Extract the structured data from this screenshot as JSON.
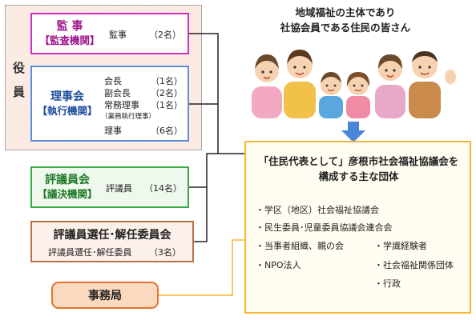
{
  "yakuin": {
    "label_1": "役",
    "label_2": "員"
  },
  "kansa": {
    "name": "監 事",
    "role": "【監査機関】",
    "member": "監事",
    "count": "（2名）"
  },
  "rijikai": {
    "name": "理事会",
    "role": "【執行機関】",
    "members": [
      {
        "title": "会長",
        "count": "（1名）"
      },
      {
        "title": "副会長",
        "count": "（2名）"
      },
      {
        "title": "常務理事",
        "count": "（1名）"
      },
      {
        "title": "理事",
        "count": "（6名）"
      }
    ],
    "note": "（業務執行理事）"
  },
  "hyogiinkai": {
    "name": "評議員会",
    "role": "【議決機関】",
    "member": "評議員",
    "count": "（14名）"
  },
  "senin": {
    "name": "評議員選任･解任委員会",
    "member": "評議員選任･解任委員",
    "count": "（3名）"
  },
  "jimukyoku": {
    "name": "事務局"
  },
  "top_text": {
    "line1": "地域福祉の主体であり",
    "line2": "社協会員である住民の皆さん"
  },
  "org": {
    "title_line1": "「住民代表として」彦根市社会福祉協議会を",
    "title_line2": "構成する主な団体",
    "left_items": [
      "・学区（地区）社会福祉協議会",
      "・民生委員･児童委員協議会連合会",
      "・当事者組織、親の会",
      "・NPO法人"
    ],
    "right_items": [
      "・学識経験者",
      "・社会福祉関係団体",
      "・行政"
    ]
  },
  "colors": {
    "kansa_border": "#d42fbf",
    "rijikai_border": "#5b8fd8",
    "hyogiinkai_border": "#3aa845",
    "senin_border": "#b8734a",
    "jimukyoku_border": "#e7742a",
    "org_border": "#f3b735",
    "arrow": "#4a86d8"
  }
}
